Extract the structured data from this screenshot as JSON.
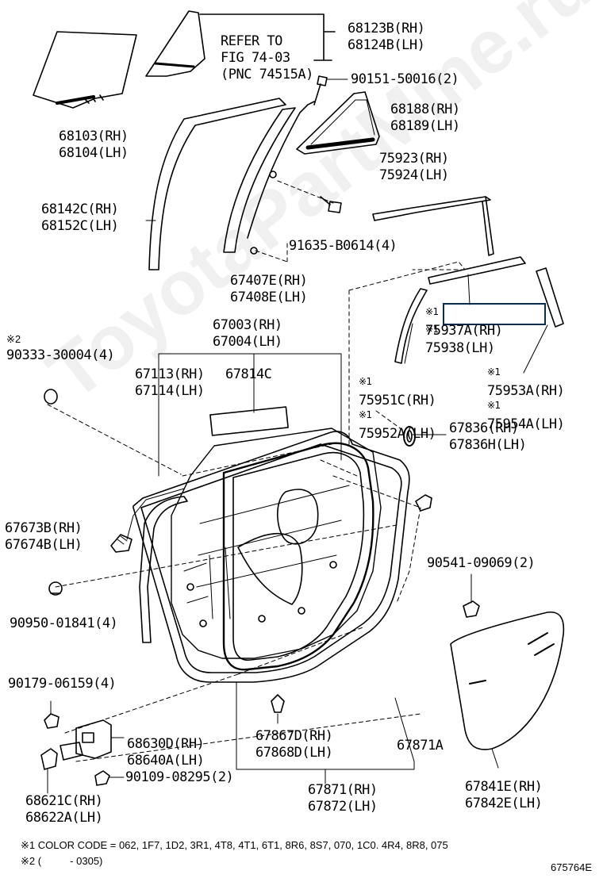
{
  "watermark": "ToyotaPartMine.ru",
  "diagram_id": "675764E",
  "highlighted_part": "75937A(RH)",
  "refer_note": [
    "REFER TO",
    "FIG 74-03",
    "(PNC 74515A)"
  ],
  "labels": {
    "p68123": [
      "68123B(RH)",
      "68124B(LH)"
    ],
    "p90151": [
      "90151-50016(2)"
    ],
    "p68103": [
      "68103(RH)",
      "68104(LH)"
    ],
    "p68188": [
      "68188(RH)",
      "68189(LH)"
    ],
    "p75923": [
      "75923(RH)",
      "75924(LH)"
    ],
    "p68142": [
      "68142C(RH)",
      "68152C(LH)"
    ],
    "p91635": [
      "91635-B0614(4)"
    ],
    "p67407": [
      "67407E(RH)",
      "67408E(LH)"
    ],
    "p75937b": [
      "75938(LH)"
    ],
    "p67003": [
      "67003(RH)",
      "67004(LH)"
    ],
    "p90333mark": "※2",
    "p90333": [
      "90333-30004(4)"
    ],
    "p67113": [
      "67113(RH)",
      "67114(LH)"
    ],
    "p67814": [
      "67814C"
    ],
    "p75951": [
      "75951C(RH)",
      "75952A(LH)"
    ],
    "p75953": [
      "75953A(RH)",
      "75954A(LH)"
    ],
    "p67836": [
      "67836(RH)",
      "67836H(LH)"
    ],
    "p67673": [
      "67673B(RH)",
      "67674B(LH)"
    ],
    "p90541": [
      "90541-09069(2)"
    ],
    "p90950": [
      "90950-01841(4)"
    ],
    "p90179": [
      "90179-06159(4)"
    ],
    "p68630": [
      "68630D(RH)",
      "68640A(LH)"
    ],
    "p67867": [
      "67867D(RH)",
      "67868D(LH)"
    ],
    "p67871a": [
      "67871A"
    ],
    "p90109": [
      "90109-08295(2)"
    ],
    "p68621": [
      "68621C(RH)",
      "68622A(LH)"
    ],
    "p67871": [
      "67871(RH)",
      "67872(LH)"
    ],
    "p67841": [
      "67841E(RH)",
      "67842E(LH)"
    ]
  },
  "marks": {
    "m1": "※1",
    "m2": "※2"
  },
  "footnotes": {
    "note1": "※1 COLOR CODE = 062, 1F7, 1D2, 3R1, 4T8, 4T1, 6T1, 8R6, 8S7, 070, 1C0. 4R4, 8R8, 075",
    "note2": "※2 (          - 0305)"
  }
}
